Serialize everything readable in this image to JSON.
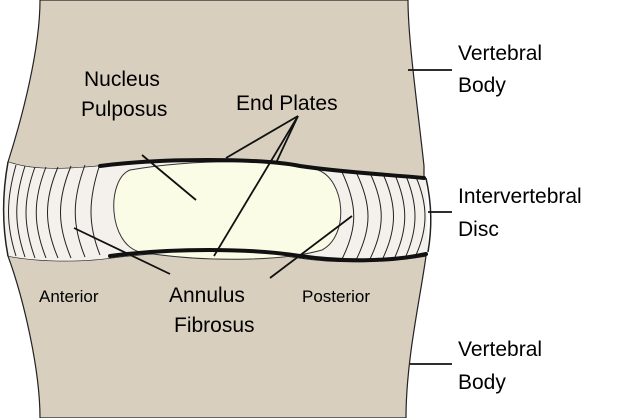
{
  "labels": {
    "nucleus_line1": "Nucleus",
    "nucleus_line2": "Pulposus",
    "end_plates": "End Plates",
    "anterior": "Anterior",
    "posterior": "Posterior",
    "annulus_line1": "Annulus",
    "annulus_line2": "Fibrosus",
    "vertebral_top_line1": "Vertebral",
    "vertebral_top_line2": "Body",
    "disc_line1": "Intervertebral",
    "disc_line2": "Disc",
    "vertebral_bottom_line1": "Vertebral",
    "vertebral_bottom_line2": "Body"
  },
  "colors": {
    "bone": "#d8cfbe",
    "nucleus": "#fbfce6",
    "annulus": "#f4f1ec",
    "outline": "#111111"
  }
}
